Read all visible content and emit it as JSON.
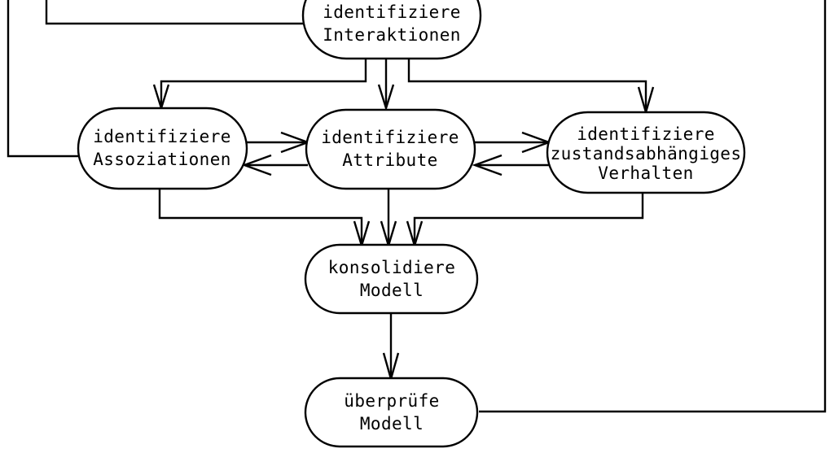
{
  "diagram": {
    "type": "flowchart",
    "language": "de",
    "background_color": "#ffffff",
    "line_color": "#000000",
    "node_fill_color": "#ffffff",
    "nodes": [
      {
        "id": "interaktionen",
        "shape": "stadium",
        "lines": [
          "identifiziere",
          "Interaktionen"
        ],
        "line1": "identifiziere",
        "line2": "Interaktionen",
        "line3": ""
      },
      {
        "id": "assoziationen",
        "shape": "stadium",
        "lines": [
          "identifiziere",
          "Assoziationen"
        ],
        "line1": "identifiziere",
        "line2": "Assoziationen",
        "line3": ""
      },
      {
        "id": "attribute",
        "shape": "stadium",
        "lines": [
          "identifiziere",
          "Attribute"
        ],
        "line1": "identifiziere",
        "line2": "Attribute",
        "line3": ""
      },
      {
        "id": "zustandsverhalten",
        "shape": "stadium",
        "lines": [
          "identifiziere",
          "zustandsabhängiges",
          "Verhalten"
        ],
        "line1": "identifiziere",
        "line2": "zustandsabhängiges",
        "line3": "Verhalten"
      },
      {
        "id": "konsolidiere",
        "shape": "stadium",
        "lines": [
          "konsolidiere",
          "Modell"
        ],
        "line1": "konsolidiere",
        "line2": "Modell",
        "line3": ""
      },
      {
        "id": "ueberpruefe",
        "shape": "stadium",
        "lines": [
          "überprüfe",
          "Modell"
        ],
        "line1": "überprüfe",
        "line2": "Modell",
        "line3": ""
      }
    ],
    "edges": [
      {
        "from": "interaktionen",
        "to": "assoziationen",
        "arrow": "single"
      },
      {
        "from": "interaktionen",
        "to": "attribute",
        "arrow": "single"
      },
      {
        "from": "interaktionen",
        "to": "zustandsverhalten",
        "arrow": "single"
      },
      {
        "from": "assoziationen",
        "to": "attribute",
        "arrow": "bidirectional"
      },
      {
        "from": "attribute",
        "to": "zustandsverhalten",
        "arrow": "bidirectional"
      },
      {
        "from": "assoziationen",
        "to": "konsolidiere",
        "arrow": "single"
      },
      {
        "from": "attribute",
        "to": "konsolidiere",
        "arrow": "single"
      },
      {
        "from": "zustandsverhalten",
        "to": "konsolidiere",
        "arrow": "single"
      },
      {
        "from": "konsolidiere",
        "to": "ueberpruefe",
        "arrow": "single"
      },
      {
        "from": "ueberpruefe",
        "to": "offpage-right",
        "arrow": "none"
      },
      {
        "from": "offpage-left",
        "to": "interaktionen",
        "arrow": "none"
      },
      {
        "from": "offpage-left-outer",
        "to": "assoziationen",
        "arrow": "none"
      }
    ]
  }
}
